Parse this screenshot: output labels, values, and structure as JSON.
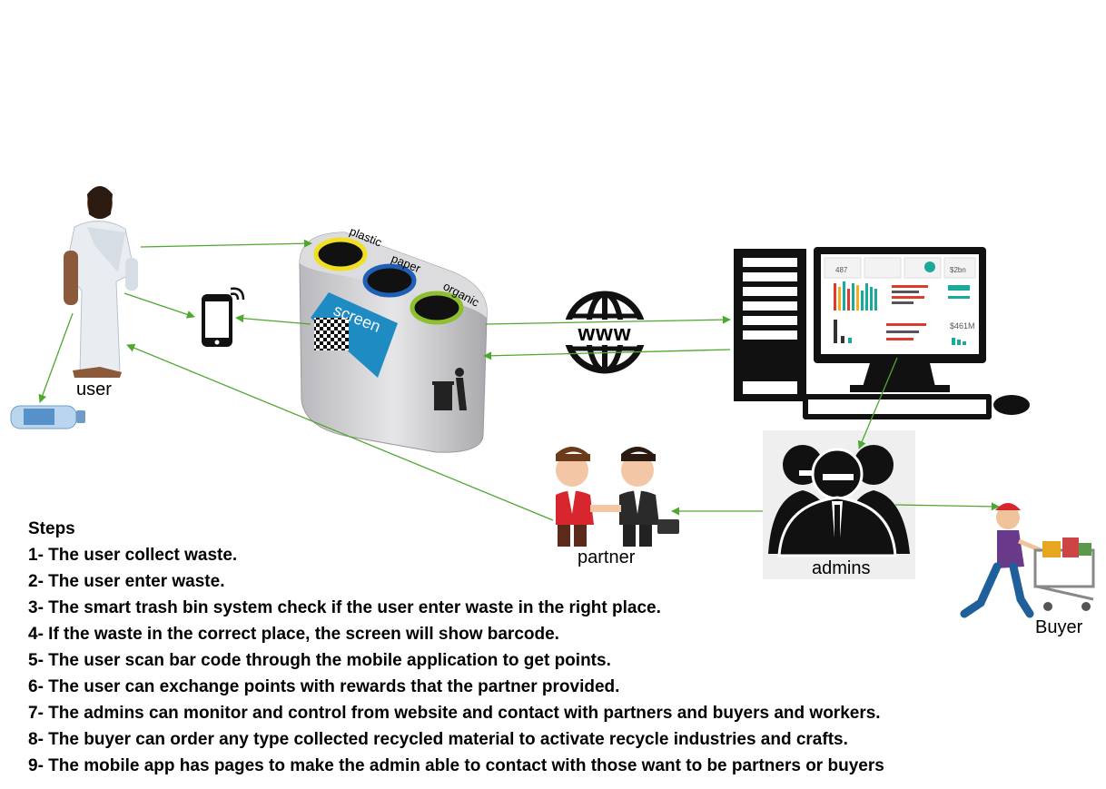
{
  "labels": {
    "user": "user",
    "partner": "partner",
    "admins": "admins",
    "buyer": "Buyer",
    "bin_plastic": "plastic",
    "bin_paper": "paper",
    "bin_organic": "organic",
    "bin_screen": "screen",
    "globe_www": "www"
  },
  "dashboard": {
    "kpi1": "487",
    "kpi2": "$2bn",
    "kpi3": "$461M"
  },
  "steps": {
    "title": "Steps",
    "items": [
      "1- The user collect waste.",
      "2- The user enter waste.",
      "3- The smart trash bin system check if the user enter waste in the right place.",
      "4- If the waste in the correct place, the screen will show barcode.",
      "5- The user scan bar code through the mobile application to get points.",
      "6- The user can exchange points with rewards that the partner provided.",
      "7- The admins can monitor and control from website and contact with partners and buyers and workers.",
      "8- The buyer can order any type collected recycled material to activate recycle industries and crafts.",
      "9- The mobile app has pages to make the admin able to contact with those want to be partners or buyers"
    ]
  },
  "colors": {
    "arrow": "#4ea72e",
    "bin_body": "#cfcfd2",
    "plastic_ring": "#f0e020",
    "paper_ring": "#1f5fb5",
    "organic_ring": "#8dbf2e",
    "screen_panel": "#1e8bc3"
  }
}
